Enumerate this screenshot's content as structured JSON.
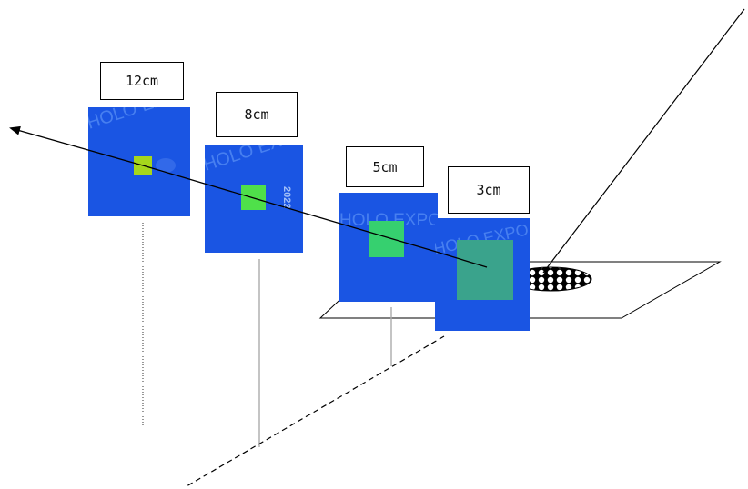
{
  "labels": {
    "d12": "12cm",
    "d8": "8cm",
    "d5": "5cm",
    "d3": "3cm"
  },
  "watermark": {
    "text_a": "HOLO EXPO",
    "text_b": "HOLO EXPO",
    "text_c": "HOLO EXPO",
    "text_d": "HOLO EXPO",
    "year": "2022"
  },
  "colors": {
    "image_field": "#1a55e3",
    "spot_12": "#a6d61c",
    "spot_8": "#4fe04a",
    "spot_5": "#36d06f",
    "spot_3": "#3aa38c",
    "line": "#000000",
    "guide": "#999999"
  }
}
